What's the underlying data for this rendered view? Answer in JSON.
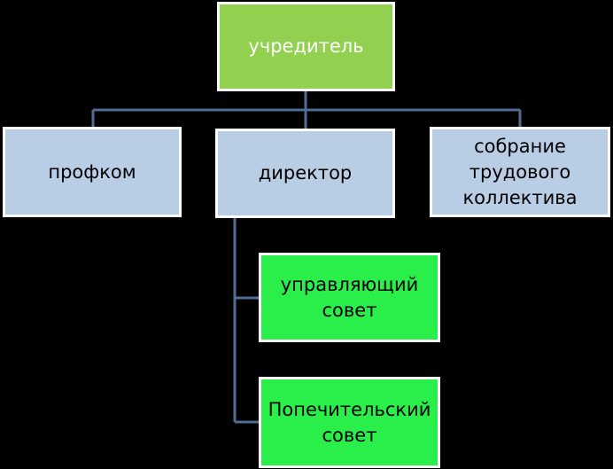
{
  "diagram": {
    "background_color": "#000000",
    "connector_color": "#4f6d95",
    "founder": {
      "label": "учредитель",
      "fill": "#92d050",
      "text_color": "#ffffff"
    },
    "level2": [
      {
        "label": "профком",
        "fill": "#b9cde5"
      },
      {
        "label": "директор",
        "fill": "#b9cde5"
      },
      {
        "label": "собрание\nтрудового\nколлектива",
        "fill": "#b9cde5"
      }
    ],
    "level3": [
      {
        "label": "управляющий\nсовет",
        "fill": "#2aef4a"
      },
      {
        "label": "Попечительский\nсовет",
        "fill": "#2aef4a"
      }
    ]
  }
}
